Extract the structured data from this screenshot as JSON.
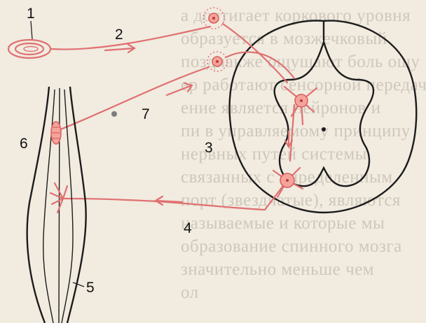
{
  "labels": {
    "l1": "1",
    "l2": "2",
    "l3": "3",
    "l4": "4",
    "l5": "5",
    "l6": "6",
    "l7": "7"
  },
  "background_text": [
    "а достигает коркового уровня",
    "образуется в мозжечковый",
    "позднакже ощущают боль ощу",
    "ер работают сенсорной передачи",
    "ение является нейронов и",
    "пи в управляемому принципу",
    "нервных путей системы",
    "связанных с определенным",
    "порт (звездчатые), являются",
    "называемые и которые мы",
    "образование спинного мозга",
    "значительно меньше чем",
    "ол"
  ],
  "colors": {
    "nerve": "#e07070",
    "cell": "#f4a49a",
    "outline": "#1c1c1c"
  }
}
